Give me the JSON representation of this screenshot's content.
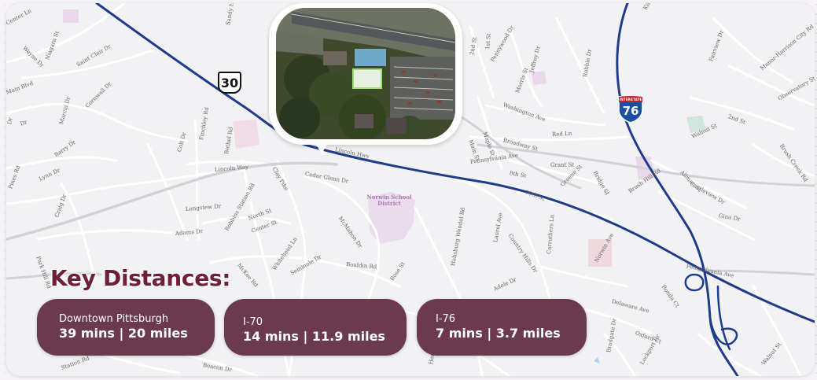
{
  "map": {
    "route_shield_us": "30",
    "interstate_shield": {
      "top_text": "INTERSTATE",
      "number": "76"
    },
    "district_label": "Norwin School District",
    "street_labels": [
      "Center Ln",
      "Wayne Dr",
      "Niagara St",
      "Saint Clair Dr",
      "Dr",
      "Main Blvd",
      "Cornwall Dr",
      "Dr",
      "Marcia Dr",
      "Barry Dr",
      "Lynn Dr",
      "Pines Rd",
      "Craig Dr",
      "Colt Dr",
      "Finchley Rd",
      "Bethel Rd",
      "Lincoln Way",
      "Clay Pike",
      "Cedar Glenn Dr",
      "Longview Dr",
      "North St",
      "Center St",
      "Adams Dr",
      "Park Hill Rd",
      "Robbins Station Rd",
      "McKee Rd",
      "Whitehead Ln",
      "Seminole Dr",
      "Bouldin Rd",
      "McMahon Dr",
      "Rose St",
      "Habsburg Wendel Rd",
      "Laurel Ave",
      "Country Hills Dr",
      "Carruthers Ln",
      "Adele Dr",
      "Norwin Ave",
      "Delaware Ave",
      "Oxford Ct",
      "Lockport Dr",
      "Bradgate Dr",
      "Ronda Ct",
      "Pennsylvania Ave",
      "Pennsylvania Ave",
      "8th St",
      "10th St",
      "Greene St",
      "Grant St",
      "Bridge St",
      "Brush Hill Rd",
      "Broadway St",
      "Red Ln",
      "Maple St",
      "Main St",
      "Washington Ave",
      "Morris St",
      "Jeffrey Dr",
      "Robbie Dr",
      "Pennywood Dr",
      "2nd St",
      "1st St",
      "Walnut St",
      "Allman St",
      "Castleview Dr",
      "Gina Dr",
      "Fairview Dr",
      "Manor-Harrison City Rd",
      "Observatory St",
      "Brush Creek Rd",
      "2nd St",
      "Walnut St",
      "Station Rd",
      "Beacon Dr",
      "Lincoln Hwy",
      "Sandy Hill Rd",
      "Herminie Rd",
      "Kingsley Dr"
    ]
  },
  "key_distances": {
    "title": "Key Distances:",
    "cards": [
      {
        "destination": "Downtown Pittsburgh",
        "value": "39 mins | 20 miles"
      },
      {
        "destination": "I-70",
        "value": "14 mins | 11.9 miles"
      },
      {
        "destination": "I-76",
        "value": "7 mins | 3.7 miles"
      }
    ]
  },
  "colors": {
    "highway": "#1f3c8a",
    "card_bg": "#6b3a4e",
    "title": "#6e1f3b",
    "interstate_blue": "#1d4fa1",
    "interstate_red": "#c8202c"
  }
}
